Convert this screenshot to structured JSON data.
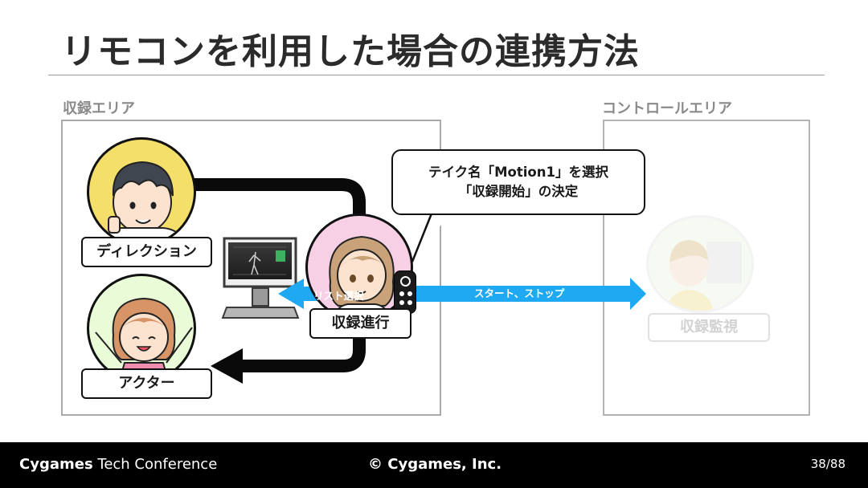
{
  "slide": {
    "title": "リモコンを利用した場合の連携方法"
  },
  "areas": {
    "recording": "収録エリア",
    "control": "コントロールエリア"
  },
  "roles": {
    "direction": "ディレクション",
    "actor": "アクター",
    "progress": "収録進行",
    "monitor": "収録監視"
  },
  "bubble": {
    "line1": "テイク名「Motion1」を選択",
    "line2": "「収録開始」の決定"
  },
  "arrows": {
    "left_label": "リスト選択",
    "right_label": "スタート、ストップ",
    "color": "#1fa9f2"
  },
  "footer": {
    "brand_bold": "Cygames",
    "brand_rest": " Tech Conference",
    "copyright": "© Cygames, Inc.",
    "page": "38/88"
  }
}
